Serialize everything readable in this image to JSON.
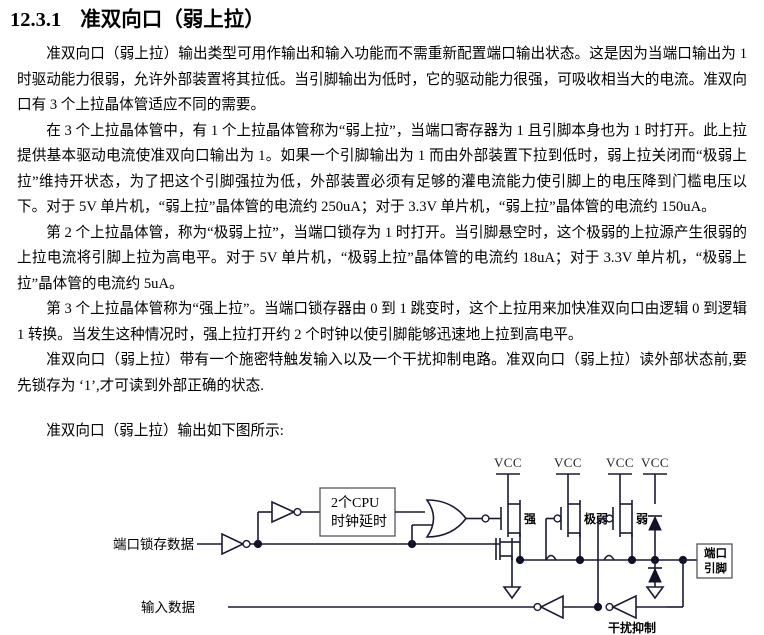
{
  "heading": {
    "number": "12.3.1",
    "title": "准双向口（弱上拉）"
  },
  "paragraphs": [
    "准双向口（弱上拉）输出类型可用作输出和输入功能而不需重新配置端口输出状态。这是因为当端口输出为 1 时驱动能力很弱，允许外部装置将其拉低。当引脚输出为低时，它的驱动能力很强，可吸收相当大的电流。准双向口有 3 个上拉晶体管适应不同的需要。",
    "在 3 个上拉晶体管中，有 1 个上拉晶体管称为“弱上拉”，当端口寄存器为 1 且引脚本身也为 1 时打开。此上拉提供基本驱动电流使准双向口输出为 1。如果一个引脚输出为 1 而由外部装置下拉到低时，弱上拉关闭而“极弱上拉”维持开状态，为了把这个引脚强拉为低，外部装置必须有足够的灌电流能力使引脚上的电压降到门槛电压以下。对于 5V 单片机，“弱上拉”晶体管的电流约 250uA；对于 3.3V 单片机，“弱上拉”晶体管的电流约 150uA。",
    "第 2 个上拉晶体管，称为“极弱上拉”，当端口锁存为 1 时打开。当引脚悬空时，这个极弱的上拉源产生很弱的上拉电流将引脚上拉为高电平。对于 5V 单片机，“极弱上拉”晶体管的电流约 18uA；对于 3.3V 单片机，“极弱上拉”晶体管的电流约 5uA。",
    "第 3 个上拉晶体管称为“强上拉”。当端口锁存器由 0 到 1 跳变时，这个上拉用来加快准双向口由逻辑 0 到逻辑 1 转换。当发生这种情况时，强上拉打开约 2 个时钟以使引脚能够迅速地上拉到高电平。",
    "准双向口（弱上拉）带有一个施密特触发输入以及一个干扰抑制电路。准双向口（弱上拉）读外部状态前,要先锁存为 ‘1’,才可读到外部正确的状态.",
    "准双向口（弱上拉）输出如下图所示:"
  ],
  "diagram": {
    "labels": {
      "port_latch_data": "端口锁存数据",
      "input_data": "输入数据",
      "delay_line1": "2个CPU",
      "delay_line2": "时钟延时",
      "strong": "强",
      "very_weak": "极弱",
      "weak": "弱",
      "port_pin_line1": "端口",
      "port_pin_line2": "引脚",
      "noise_suppression": "干扰抑制",
      "vcc": "VCC"
    },
    "vcc_rails": [
      "VCC",
      "VCC",
      "VCC",
      "VCC"
    ],
    "colors": {
      "wire": "#1a1a33",
      "node": "#111128",
      "box_border": "#55555f",
      "background": "#ffffff"
    }
  }
}
